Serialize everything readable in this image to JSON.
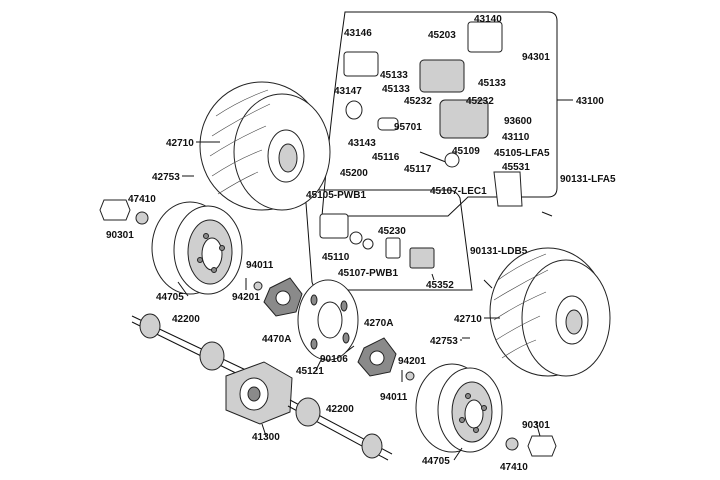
{
  "diagram": {
    "labels": {
      "l43140": "43140",
      "l45203": "45203",
      "l94301": "94301",
      "l43146": "43146",
      "l45133a": "45133",
      "l45133b": "45133",
      "l45133c": "45133",
      "l45232a": "45232",
      "l45232b": "45232",
      "l43147": "43147",
      "l93600": "93600",
      "l43100": "43100",
      "l43143": "43143",
      "l95701": "95701",
      "l43110": "43110",
      "l45109": "45109",
      "l45116": "45116",
      "l45117": "45117",
      "l45105lfa5": "45105-LFA5",
      "l45531": "45531",
      "l45107lec1": "45107-LEC1",
      "l90131lfa5": "90131-LFA5",
      "l42710a": "42710",
      "l42753a": "42753",
      "l47410a": "47410",
      "l90301a": "90301",
      "l45200": "45200",
      "l45105pwb1": "45105-PWB1",
      "l45230": "45230",
      "l45110": "45110",
      "l45107pwb1": "45107-PWB1",
      "l45352": "45352",
      "l90131ldb5": "90131-LDB5",
      "l44705a": "44705",
      "l94011a": "94011",
      "l94201a": "94201",
      "l42200a": "42200",
      "l4470a": "4470A",
      "l4270a": "4270A",
      "l42710b": "42710",
      "l42753b": "42753",
      "l90106": "90106",
      "l45121": "45121",
      "l94201b": "94201",
      "l94011b": "94011",
      "l42200b": "42200",
      "l41300": "41300",
      "l90301b": "90301",
      "l44705b": "44705",
      "l47410b": "47410"
    }
  }
}
